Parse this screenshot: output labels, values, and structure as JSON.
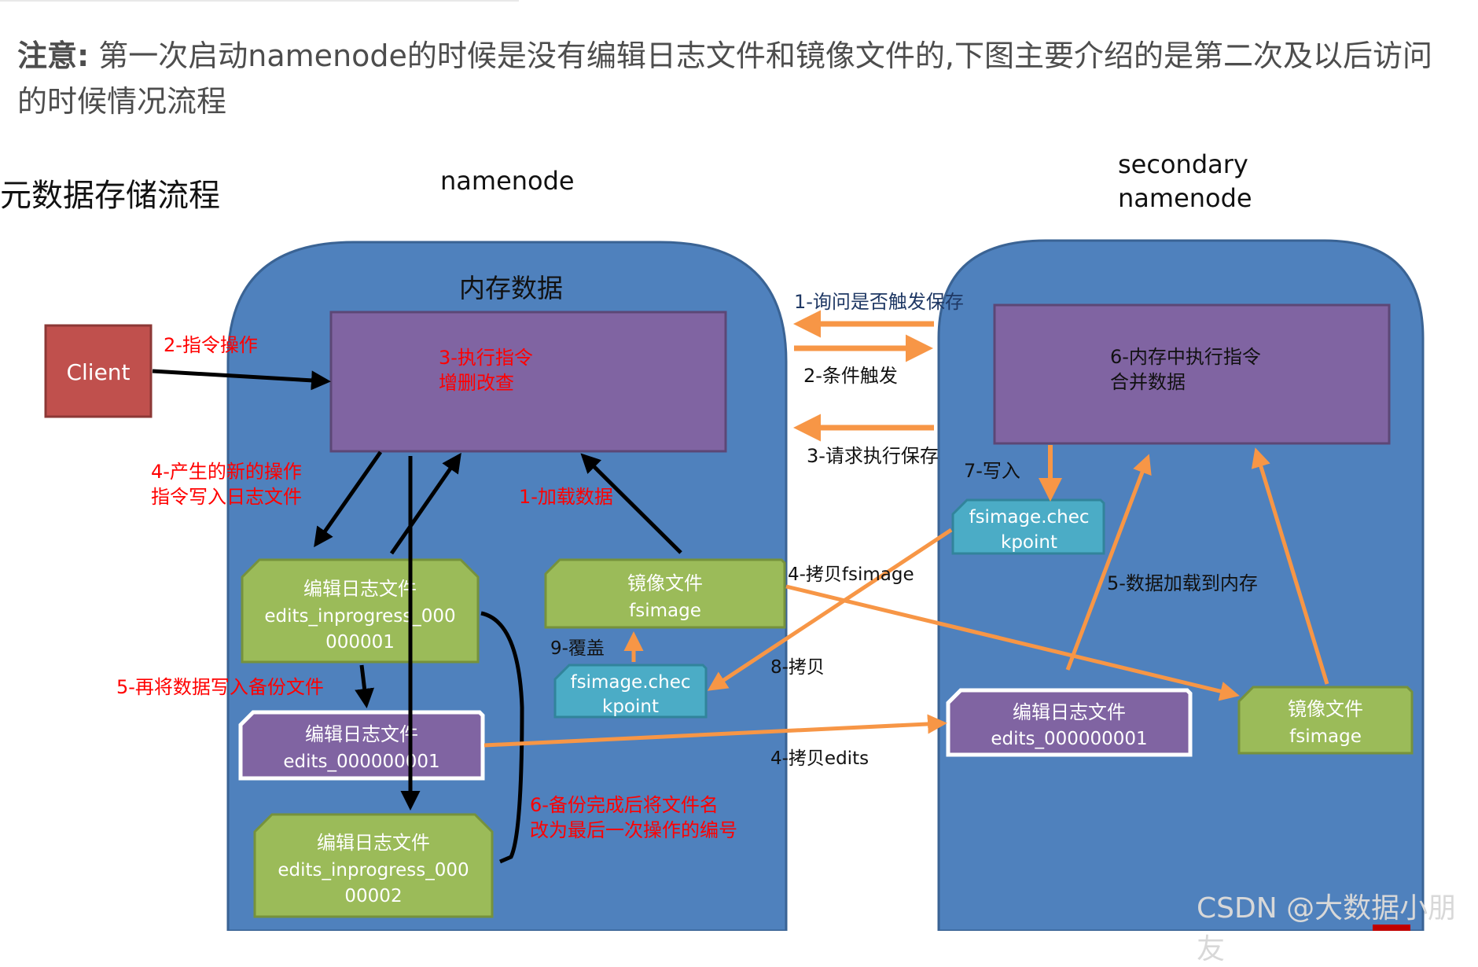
{
  "note": {
    "label": "注意:",
    "text": "第一次启动namenode的时候是没有编辑日志文件和镜像文件的,下图主要介绍的是第二次及以后访问的时候情况流程"
  },
  "diagram": {
    "title": "元数据存储流程",
    "namenode_title": "namenode",
    "secondary_title_line1": "secondary",
    "secondary_title_line2": "namenode",
    "memory_label": "内存数据",
    "client": "Client",
    "exec_line1": "3-执行指令",
    "exec_line2": "增删改查",
    "secondary_exec_line1": "6-内存中执行指令",
    "secondary_exec_line2": "合并数据",
    "edits_inprogress_1": [
      "编辑日志文件",
      "edits_inprogress_000",
      "000001"
    ],
    "edits_backup": [
      "编辑日志文件",
      "edits_000000001"
    ],
    "edits_inprogress_2": [
      "编辑日志文件",
      "edits_inprogress_000",
      "00002"
    ],
    "fsimage_nn": [
      "镜像文件",
      "fsimage"
    ],
    "checkpoint_nn": [
      "fsimage.chec",
      "kpoint"
    ],
    "checkpoint_sn": [
      "fsimage.chec",
      "kpoint"
    ],
    "edits_sn": [
      "编辑日志文件",
      "edits_000000001"
    ],
    "fsimage_sn": [
      "镜像文件",
      "fsimage"
    ],
    "labels": {
      "cmd_op": "2-指令操作",
      "new_op_line1": "4-产生的新的操作",
      "new_op_line2": "指令写入日志文件",
      "load_data": "1-加载数据",
      "backup_write": "5-再将数据写入备份文件",
      "rename_line1": "6-备份完成后将文件名",
      "rename_line2": "改为最后一次操作的编号",
      "overwrite": "9-覆盖",
      "ask_save": "1-询问是否触发保存",
      "condition": "2-条件触发",
      "request_save": "3-请求执行保存",
      "write": "7-写入",
      "copy_fsimage": "4-拷贝fsimage",
      "copy": "8-拷贝",
      "copy_edits": "4-拷贝edits",
      "load_to_mem": "5-数据加载到内存"
    }
  },
  "colors": {
    "big_panel": "#4f81bd",
    "purple": "#8064a2",
    "green": "#9bbb59",
    "cyan": "#4bacc6",
    "red_box": "#c0504d",
    "orange": "#f79646",
    "red_text": "#ff0000"
  },
  "watermark": "CSDN @大数据小朋友"
}
